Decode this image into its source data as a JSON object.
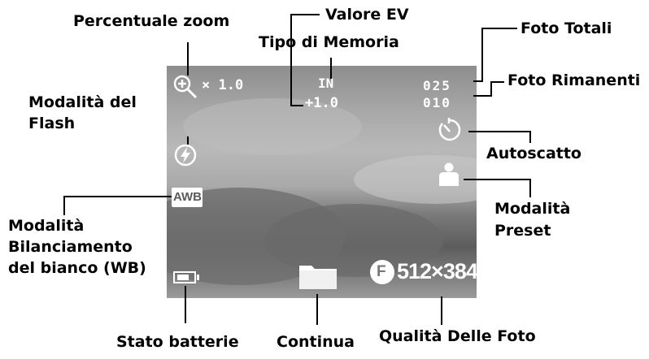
{
  "screen": {
    "zoom_value": "× 1.0",
    "memory_type": "IN",
    "ev_value": "+1.0",
    "total_photos": "025",
    "remaining_photos": "010",
    "wb_badge": "AWB",
    "quality_badge": "F",
    "resolution": "512×384"
  },
  "labels": {
    "zoom": "Percentuale zoom",
    "ev": "Valore EV",
    "memory": "Tipo di Memoria",
    "total": "Foto Totali",
    "remaining": "Foto Rimanenti",
    "flash_line1": "Modalità del",
    "flash_line2": "Flash",
    "self_timer": "Autoscatto",
    "preset_line1": "Modalità",
    "preset_line2": "Preset",
    "wb_line1": "Modalità",
    "wb_line2": "Bilanciamento",
    "wb_line3": "del bianco (WB)",
    "battery": "Stato batterie",
    "continuous": "Continua",
    "quality": "Qualità Delle Foto"
  },
  "icons": {
    "zoom": "magnifier-plus-icon",
    "flash": "flash-off-icon",
    "self_timer": "self-timer-icon",
    "preset": "person-icon",
    "battery": "battery-icon",
    "continuous": "folder-icon"
  }
}
